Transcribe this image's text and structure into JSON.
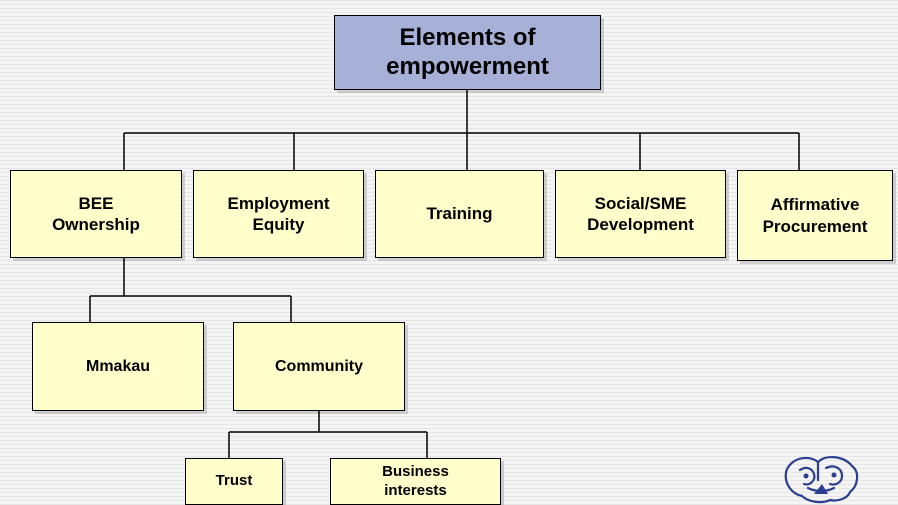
{
  "root": {
    "label": "Elements of empowerment"
  },
  "elements": [
    {
      "label": "BEE Ownership"
    },
    {
      "label": "Employment Equity"
    },
    {
      "label": "Training"
    },
    {
      "label": "Social/SME Development"
    },
    {
      "label": "Affirmative Procurement"
    }
  ],
  "ownership_types": [
    {
      "label": "Mmakau"
    },
    {
      "label": "Community"
    }
  ],
  "community_types": [
    {
      "label": "Trust"
    },
    {
      "label": "Business interests"
    }
  ],
  "colors": {
    "root_fill": "#a7b1d8",
    "node_fill": "#ffffcc",
    "line": "#000000"
  },
  "icons": {
    "logo": "company-logo-icon"
  }
}
